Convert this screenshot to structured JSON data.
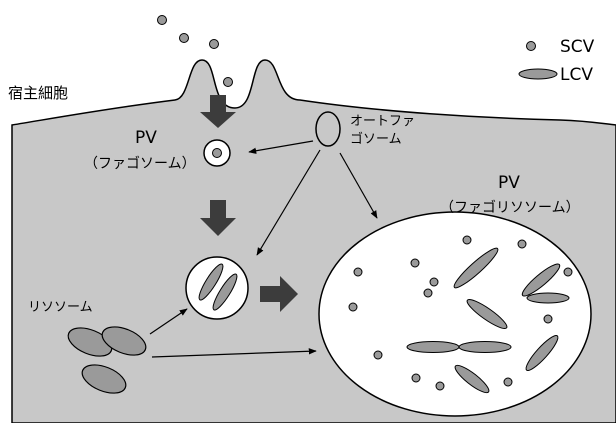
{
  "labels": {
    "host_cell": "宿主細胞",
    "pv_left_title": "PV",
    "pv_left_sub": "（ファゴソーム）",
    "autophagosome_line1": "オートファ",
    "autophagosome_line2": "ゴソーム",
    "pv_right_title": "PV",
    "pv_right_sub": "（ファゴリソソーム）",
    "lysosome": "リソソーム"
  },
  "legend": {
    "scv": "SCV",
    "lcv": "LCV"
  },
  "colors": {
    "cell_fill": "#c8c8c8",
    "vesicle_fill": "#ffffff",
    "particle_fill": "#9a9a9a",
    "arrow_dark": "#3c3c3c",
    "line": "#000000"
  }
}
